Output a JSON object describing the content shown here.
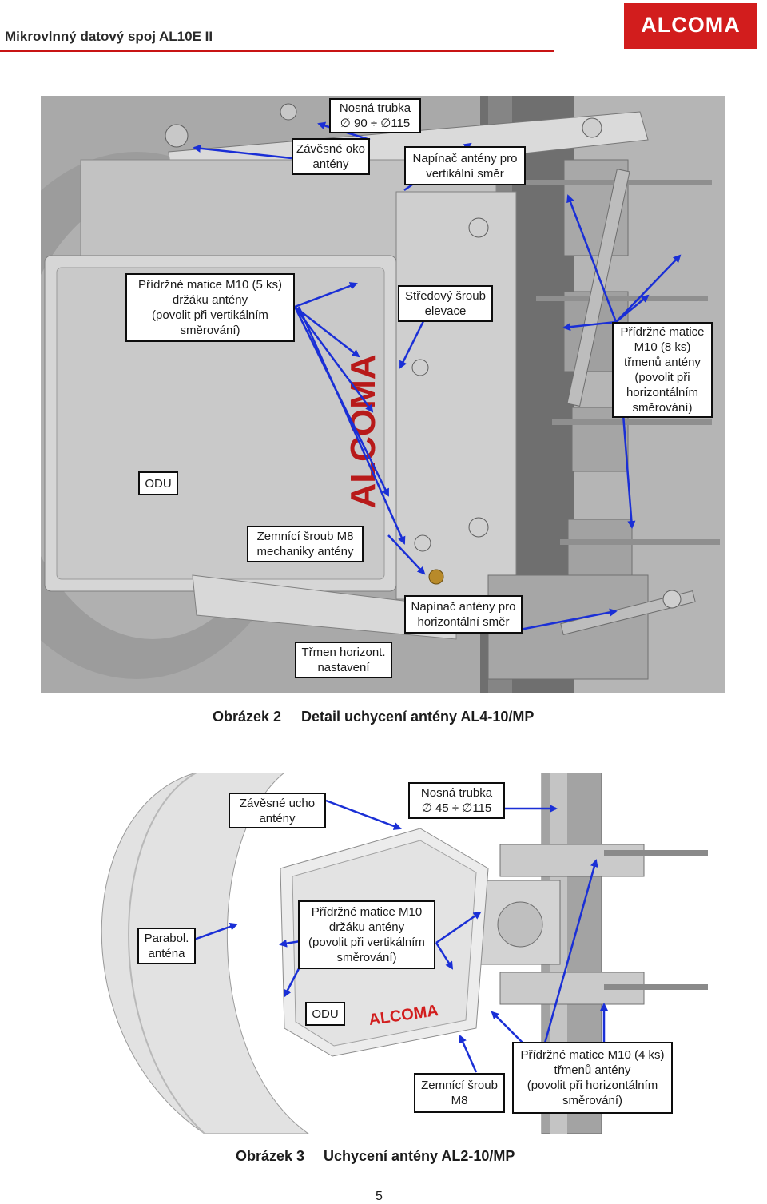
{
  "header": {
    "title": "Mikrovlnný datový spoj AL10E II",
    "logo": "ALCOMA"
  },
  "figure1": {
    "labels": {
      "nosna_trubka": "Nosná trubka\n∅ 90 ÷ ∅115",
      "zavesne_oko": "Závěsné oko\nantény",
      "napinac_vert": "Napínač antény pro\nvertikální směr",
      "pridrzne_m10_5ks": "Přídržné matice M10 (5 ks)\ndržáku antény\n(povolit při vertikálním\nsměrování)",
      "stredovy_sroub": "Středový šroub\nelevace",
      "pridrzne_m10_8ks": "Přídržné matice\nM10 (8 ks)\ntřmenů antény\n(povolit při\nhorizontálním\nsměrování)",
      "odu": "ODU",
      "zemnici_sroub": "Zemnící šroub M8\nmechaniky antény",
      "napinac_horiz": "Napínač antény pro\nhorizontální směr",
      "trmen": "Třmen horizont.\nnastavení"
    },
    "watermark": "ALCOMA",
    "caption_number": "Obrázek 2",
    "caption_text": "Detail uchycení antény AL4-10/MP"
  },
  "figure2": {
    "labels": {
      "zavesne_ucho": "Závěsné ucho\nantény",
      "nosna_trubka": "Nosná trubka\n∅ 45 ÷ ∅115",
      "parabol": "Parabol.\nanténa",
      "pridrzne_m10": "Přídržné matice M10\ndržáku antény\n(povolit při vertikálním\nsměrování)",
      "odu": "ODU",
      "zemnici_sroub": "Zemnící šroub\nM8",
      "pridrzne_m10_4ks": "Přídržné matice M10 (4 ks)\ntřmenů antény\n(povolit při horizontálním\nsměrování)"
    },
    "odu_logo": "ALCOMA",
    "caption_number": "Obrázek 3",
    "caption_text": "Uchycení antény AL2-10/MP"
  },
  "footer": {
    "page_number": "5"
  },
  "colors": {
    "brand_red": "#d21d1d",
    "arrow_blue": "#1a2fd6",
    "header_rule": "#c81414"
  }
}
